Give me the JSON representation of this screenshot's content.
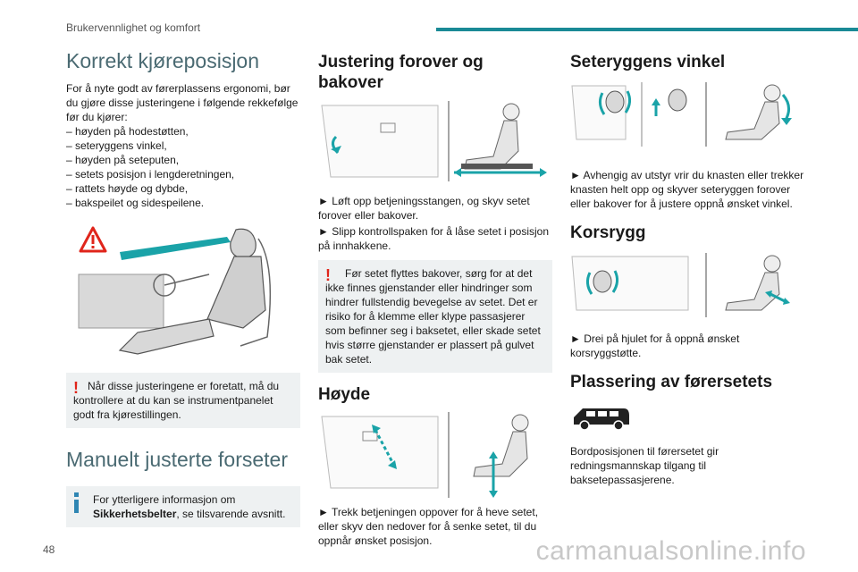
{
  "header": {
    "title": "Brukervennlighet og komfort"
  },
  "page_number": "48",
  "watermark": "carmanualsonline.info",
  "col1": {
    "heading": "Korrekt kjøreposisjon",
    "intro": "For å nyte godt av førerplassens ergonomi, bør du gjøre disse justeringene i følgende rekkefølge før du kjører:",
    "list": [
      "– høyden på hodestøtten,",
      "– seteryggens vinkel,",
      "– høyden på seteputen,",
      "– setets posisjon i lengderetningen,",
      "– rattets høyde og dybde,",
      "– bakspeilet og sidespeilene."
    ],
    "warning": "Når disse justeringene er foretatt, må du kontrollere at du kan se instrumentpanelet godt fra kjørestillingen.",
    "heading2": "Manuelt justerte forseter",
    "info_pre": "For ytterligere informasjon om ",
    "info_bold": "Sikkerhetsbelter",
    "info_post": ", se tilsvarende avsnitt.",
    "warning_mark": "!"
  },
  "col2": {
    "heading": "Justering forover og bakover",
    "para1": "► Løft opp betjeningsstangen, og skyv setet forover eller bakover.",
    "para2": "► Slipp kontrollspaken for å låse setet i posisjon på innhakkene.",
    "warning": "Før setet flyttes bakover, sørg for at det ikke finnes gjenstander eller hindringer som hindrer fullstendig bevegelse av setet. Det er risiko for å klemme eller klype passasjerer som befinner seg i baksetet, eller skade setet hvis større gjenstander er plassert på gulvet bak setet.",
    "heading2": "Høyde",
    "para3": "► Trekk betjeningen oppover for å heve setet, eller skyv den nedover for å senke setet, til du oppnår ønsket posisjon.",
    "warning_mark": "!"
  },
  "col3": {
    "heading": "Seteryggens vinkel",
    "para1": "► Avhengig av utstyr vrir du knasten eller trekker knasten helt opp og skyver seteryggen forover eller bakover for å justere oppnå ønsket vinkel.",
    "heading2": "Korsrygg",
    "para2": "► Drei på hjulet for å oppnå ønsket korsryggstøtte.",
    "heading3": "Plassering av førersetets",
    "para3": "Bordposisjonen til førersetet gir redningsmannskap tilgang til baksetepassasjerene."
  },
  "colors": {
    "accent": "#1a8a96",
    "warning": "#e0251b",
    "info": "#2f86b3",
    "box_bg": "#eef1f2"
  }
}
